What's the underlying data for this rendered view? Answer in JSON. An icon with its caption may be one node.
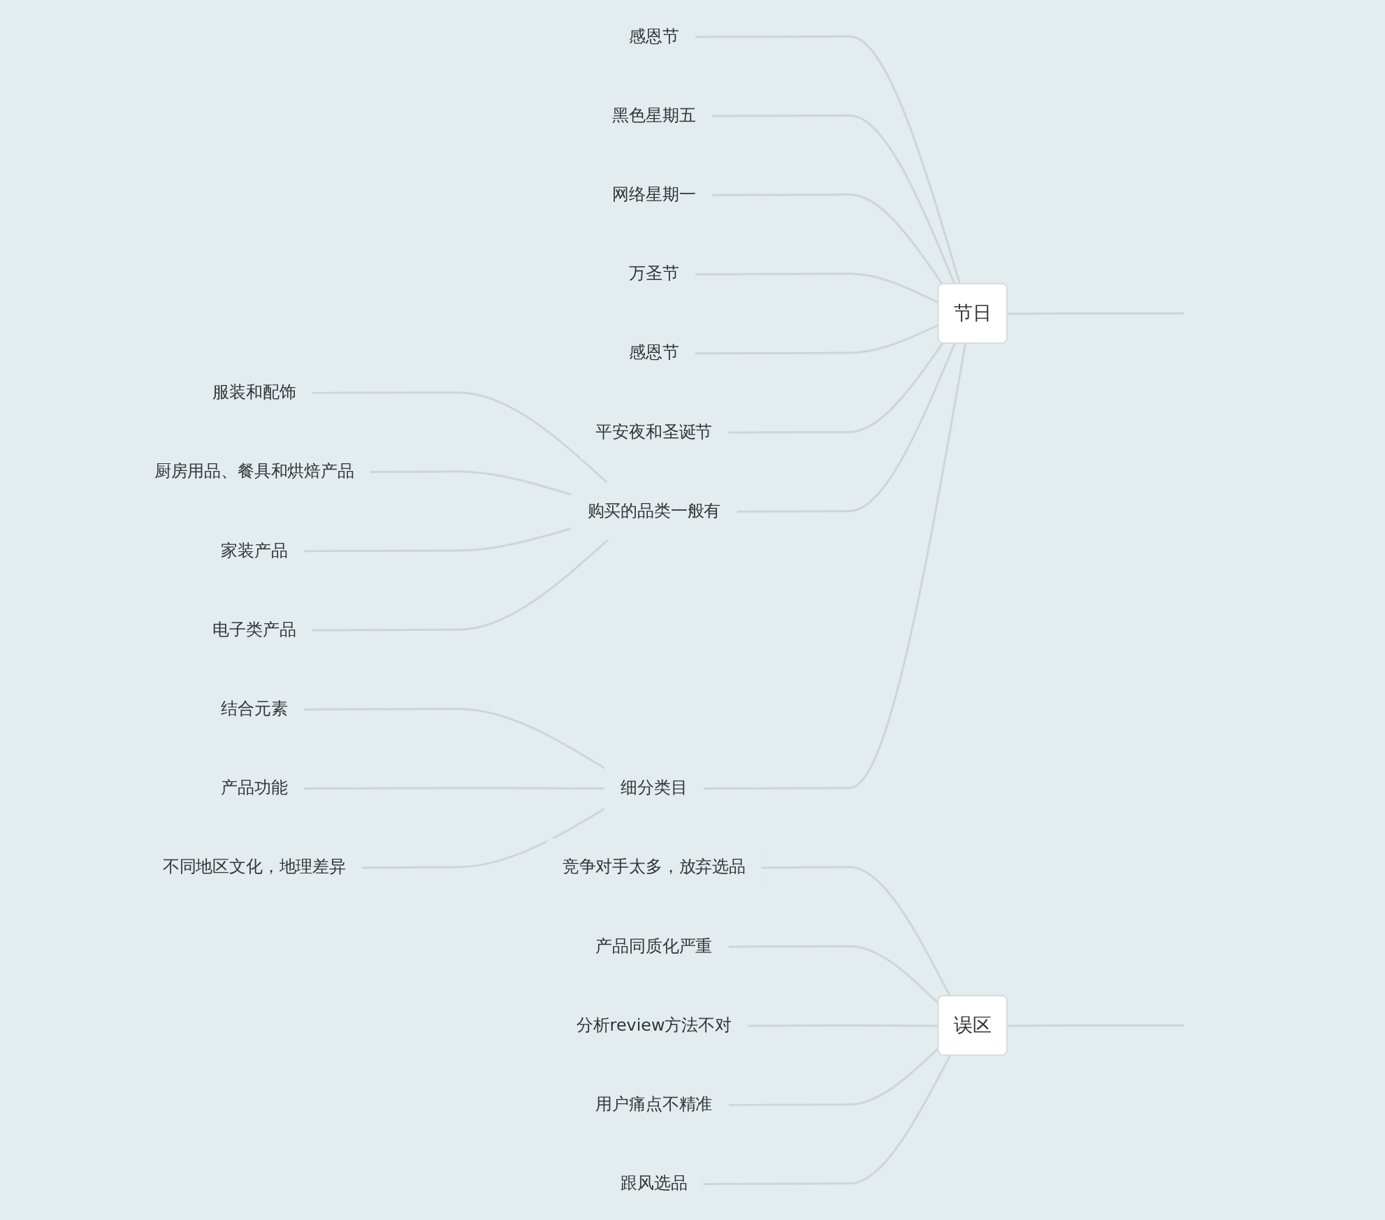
{
  "diagram": {
    "nodes": [
      {
        "text": [
          "节日"
        ]
      },
      {
        "text": [
          "感恩节"
        ]
      },
      {
        "text": [
          "黑色星期五"
        ]
      },
      {
        "text": [
          "网络星期一"
        ]
      },
      {
        "text": [
          "万圣节"
        ]
      },
      {
        "text": [
          "感恩节"
        ]
      },
      {
        "text": [
          "平安夜和圣诞节"
        ]
      },
      {
        "text": [
          "购买的品类一般有"
        ]
      },
      {
        "text": [
          "服装和配饰"
        ]
      },
      {
        "text": [
          "厨房用品、餐具和烘焙产品"
        ]
      },
      {
        "text": [
          "家装产品"
        ]
      },
      {
        "text": [
          "电子类产品"
        ]
      },
      {
        "text": [
          "细分类目"
        ]
      },
      {
        "text": [
          "结合元素"
        ]
      },
      {
        "text": [
          "产品功能"
        ]
      },
      {
        "text": [
          "不同地区文化，地理差异"
        ]
      },
      {
        "text": [
          "误区"
        ]
      },
      {
        "text": [
          "竞争对手太多，放弃选品"
        ]
      },
      {
        "text": [
          "产品同质化严重"
        ]
      },
      {
        "text": [
          "分析review方法不对"
        ]
      },
      {
        "text": [
          "用户痛点不精准"
        ]
      },
      {
        "text": [
          "跟风选品"
        ]
      }
    ],
    "edges": [
      {
        "from": 0,
        "to": null,
        "arrow": "none"
      },
      {
        "from": 0,
        "to": 1,
        "arrow": "none"
      },
      {
        "from": 0,
        "to": 2,
        "arrow": "none"
      },
      {
        "from": 0,
        "to": 3,
        "arrow": "none"
      },
      {
        "from": 0,
        "to": 4,
        "arrow": "none"
      },
      {
        "from": 0,
        "to": 5,
        "arrow": "none"
      },
      {
        "from": 0,
        "to": 6,
        "arrow": "none"
      },
      {
        "from": 0,
        "to": 7,
        "arrow": "none"
      },
      {
        "from": 7,
        "to": 8,
        "arrow": "none"
      },
      {
        "from": 7,
        "to": 9,
        "arrow": "none"
      },
      {
        "from": 7,
        "to": 10,
        "arrow": "none"
      },
      {
        "from": 7,
        "to": 11,
        "arrow": "none"
      },
      {
        "from": 0,
        "to": 12,
        "arrow": "none"
      },
      {
        "from": 12,
        "to": 13,
        "arrow": "none"
      },
      {
        "from": 12,
        "to": 14,
        "arrow": "none"
      },
      {
        "from": 12,
        "to": 15,
        "arrow": "none"
      },
      {
        "from": 16,
        "to": null,
        "arrow": "none"
      },
      {
        "from": 16,
        "to": 17,
        "arrow": "none"
      },
      {
        "from": 16,
        "to": 18,
        "arrow": "none"
      },
      {
        "from": 16,
        "to": 19,
        "arrow": "none"
      },
      {
        "from": 16,
        "to": 20,
        "arrow": "none"
      },
      {
        "from": 16,
        "to": 21,
        "arrow": "none"
      }
    ]
  }
}
